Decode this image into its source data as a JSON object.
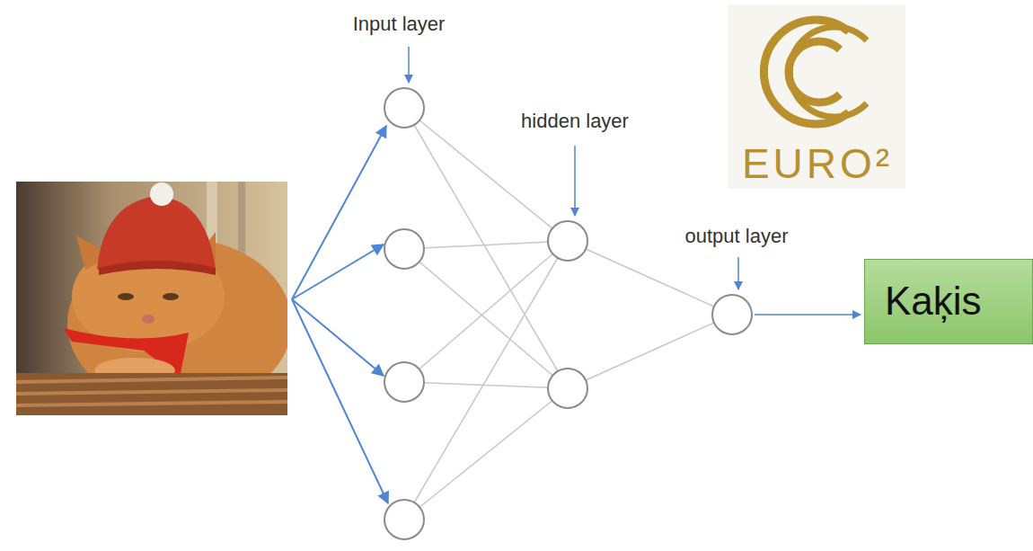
{
  "diagram": {
    "nodes": [
      {
        "text": [
          "Kaķis"
        ]
      }
    ],
    "labels": [
      "Input layer",
      "hidden layer",
      "output layer",
      "EURO²"
    ]
  }
}
